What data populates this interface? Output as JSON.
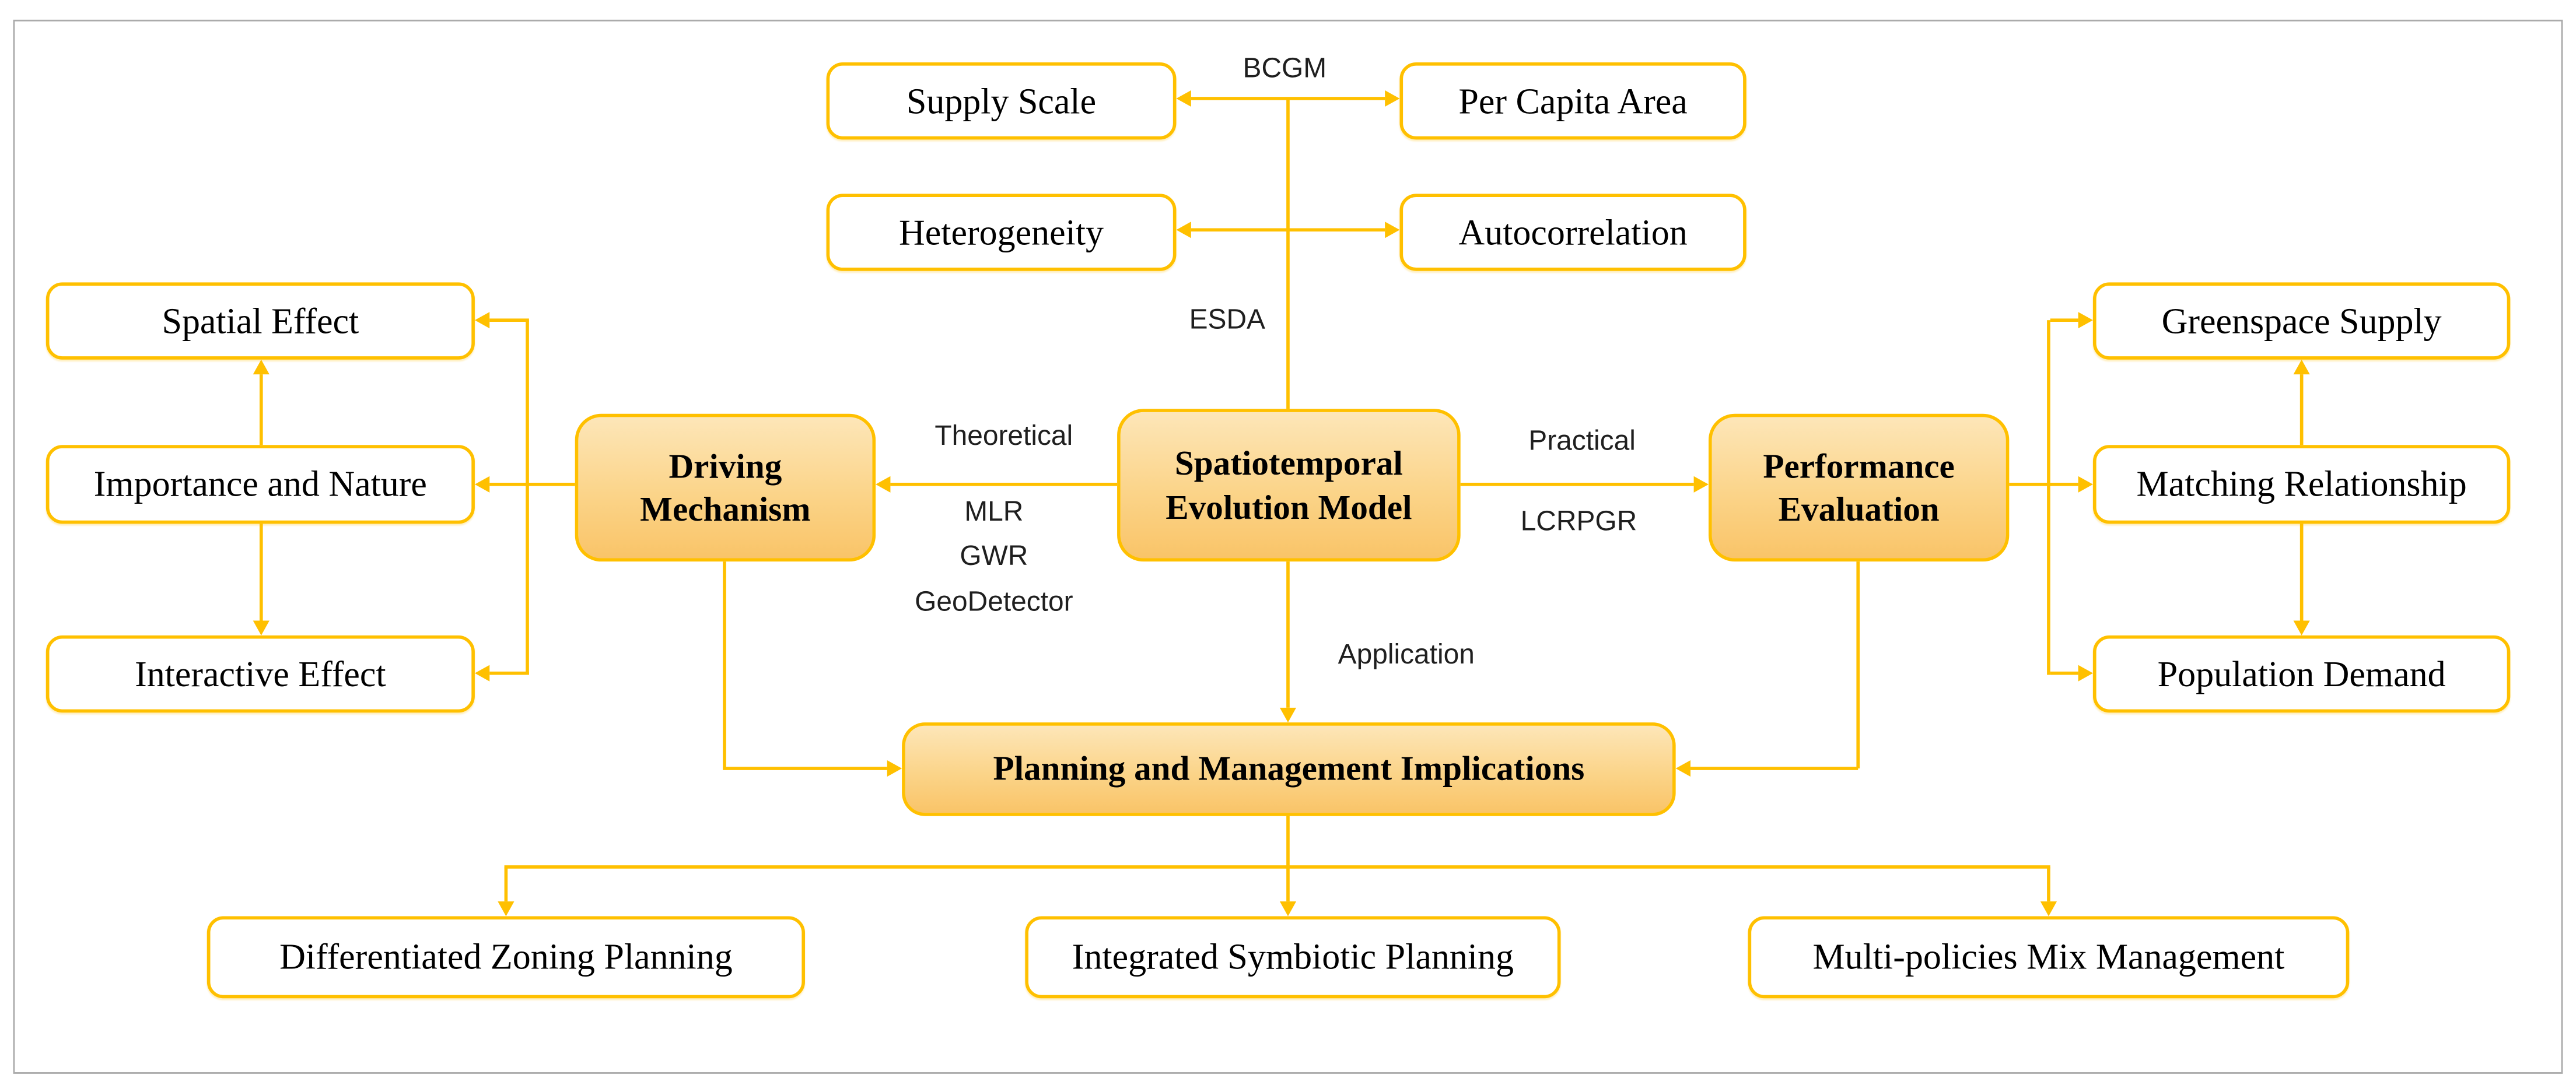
{
  "figure": {
    "nodes": {
      "supply_scale": "Supply Scale",
      "per_capita_area": "Per Capita Area",
      "heterogeneity": "Heterogeneity",
      "autocorrelation": "Autocorrelation",
      "spatial_effect": "Spatial Effect",
      "importance_and_nature": "Importance and Nature",
      "interactive_effect": "Interactive Effect",
      "driving_mechanism": "Driving Mechanism",
      "spatiotemporal_evolution_model": "Spatiotemporal Evolution Model",
      "performance_evaluation": "Performance Evaluation",
      "greenspace_supply": "Greenspace Supply",
      "matching_relationship": "Matching Relationship",
      "population_demand": "Population Demand",
      "planning_management_implications": "Planning and Management Implications",
      "differentiated_zoning_planning": "Differentiated Zoning Planning",
      "integrated_symbiotic_planning": "Integrated Symbiotic Planning",
      "multi_policies_mix_management": "Multi-policies Mix Management"
    },
    "labels": {
      "bcgm": "BCGM",
      "esda": "ESDA",
      "theoretical": "Theoretical",
      "mlr": "MLR",
      "gwr": "GWR",
      "geodetector": "GeoDetector",
      "practical": "Practical",
      "lcrpgr": "LCRPGR",
      "application": "Application"
    },
    "colors": {
      "accent": "#FFC000",
      "orange_node_fill_top": "#FDE6B8",
      "orange_node_fill_bottom": "#F9C468",
      "white_node_fill": "#FFFFFF",
      "node_text": "#000000",
      "method_label_text": "#1F1F1F",
      "frame_border": "#ABABAB"
    }
  }
}
